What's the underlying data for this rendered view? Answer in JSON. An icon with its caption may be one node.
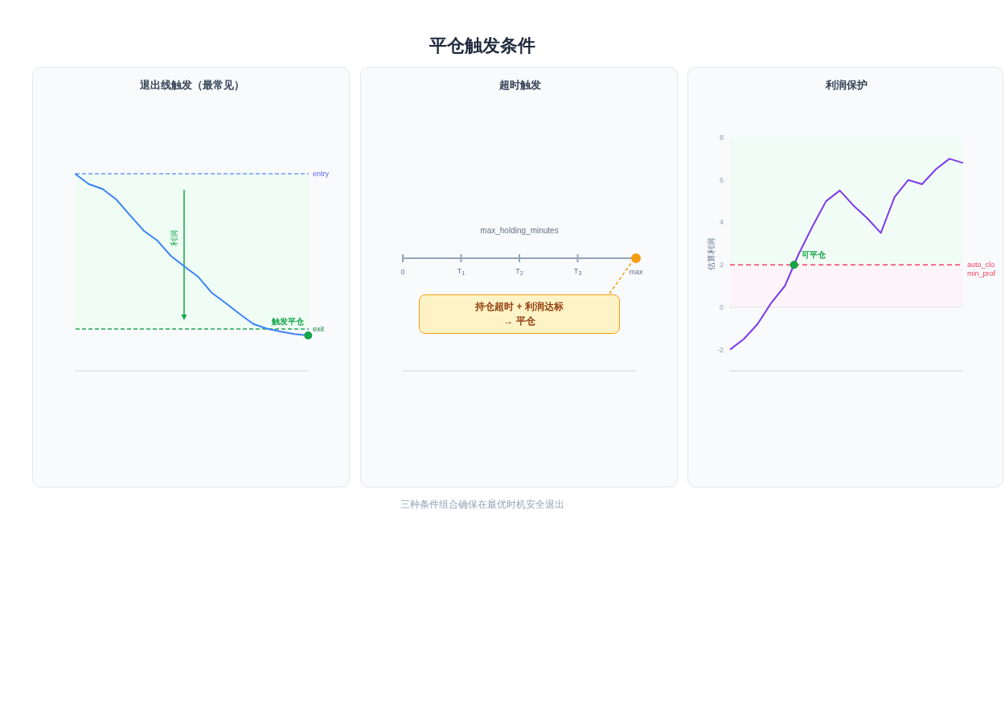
{
  "diagram": {
    "title": "平仓触发条件",
    "caption": "三种条件组合确保在最优时机安全退出",
    "nodes": [
      {
        "text": [
          "退出线触发（最常见）"
        ]
      },
      {
        "text": [
          "超时触发"
        ]
      },
      {
        "text": [],
        "shape": "circle",
        "in": 1
      },
      {
        "text": [
          "持仓超时 + 利润达标 → 平仓"
        ],
        "in": 1
      },
      {
        "text": [
          "利润保护"
        ]
      }
    ],
    "edges": [
      {
        "from": 3,
        "to": 2,
        "arrow": "none",
        "style": "dashed"
      }
    ],
    "labels": [
      "entry",
      "利润",
      "触发平仓",
      "exit",
      "max_holding_minutes",
      "0",
      "T$_{1}$",
      "T$_{2}$",
      "T$_{3}$",
      "max"
    ],
    "chart_data": {
      "type": "line",
      "ylabel": "估算利润",
      "ylim": [
        -3,
        8
      ],
      "yticks": [
        -2,
        0,
        2,
        4,
        6,
        8
      ],
      "series": [
        {
          "color": "#7c3aed",
          "values": [
            -2,
            -1.5,
            -0.8,
            0.2,
            1,
            2.5,
            3.8,
            5,
            5.5,
            4.8,
            4.2,
            3.5,
            5.2,
            6,
            5.8,
            6.5,
            7,
            6.8
          ]
        }
      ],
      "ref_lines": [
        {
          "axis": "y",
          "value": 2,
          "label": "auto_clo min_prof",
          "color": "#f43f5e"
        }
      ],
      "bands": [
        {
          "axis": "y",
          "from": 2,
          "to": 8,
          "color": "#f0fdf4"
        },
        {
          "axis": "y",
          "from": 0,
          "to": 2,
          "color": "#fdf2f8"
        }
      ],
      "annotations": [
        "可平仓"
      ]
    }
  }
}
